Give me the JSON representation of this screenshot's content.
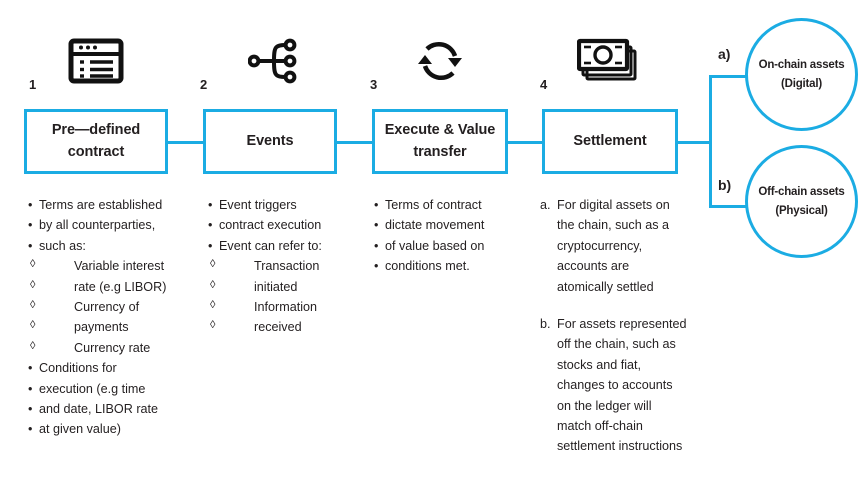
{
  "theme": {
    "accent": "#1BACE3",
    "text": "#231f20",
    "background": "#ffffff"
  },
  "flow": {
    "steps": [
      {
        "number": "1",
        "icon": "contract-document-icon",
        "label": "Pre—defined contract"
      },
      {
        "number": "2",
        "icon": "event-branch-nodes-icon",
        "label": "Events"
      },
      {
        "number": "3",
        "icon": "exchange-refresh-arrows-icon",
        "label": "Execute & Value transfer"
      },
      {
        "number": "4",
        "icon": "banknotes-stack-icon",
        "label": "Settlement"
      }
    ],
    "branches": [
      {
        "marker": "a)",
        "title": "On-chain assets",
        "subtitle": "(Digital)"
      },
      {
        "marker": "b)",
        "title": "Off-chain assets",
        "subtitle": "(Physical)"
      }
    ]
  },
  "columns": [
    {
      "id": "pre-defined-contract-details",
      "lines": [
        {
          "type": "bullet",
          "text": "Terms are established"
        },
        {
          "type": "cont",
          "text": "by all counterparties,"
        },
        {
          "type": "cont",
          "text": "such as:"
        },
        {
          "type": "sub",
          "text": "Variable interest"
        },
        {
          "type": "subcont",
          "text": "rate (e.g LIBOR)"
        },
        {
          "type": "sub",
          "text": "Currency of"
        },
        {
          "type": "subcont",
          "text": "payments"
        },
        {
          "type": "sub",
          "text": "Currency rate"
        },
        {
          "type": "bullet",
          "text": "Conditions for"
        },
        {
          "type": "cont",
          "text": "execution (e.g time"
        },
        {
          "type": "cont",
          "text": "and date, LIBOR rate"
        },
        {
          "type": "cont",
          "text": "at given value)"
        }
      ]
    },
    {
      "id": "events-details",
      "lines": [
        {
          "type": "bullet",
          "text": "Event triggers"
        },
        {
          "type": "cont",
          "text": "contract execution"
        },
        {
          "type": "bullet",
          "text": "Event can refer to:"
        },
        {
          "type": "sub",
          "text": "Transaction"
        },
        {
          "type": "subcont",
          "text": "initiated"
        },
        {
          "type": "sub",
          "text": "Information"
        },
        {
          "type": "subcont",
          "text": "received"
        }
      ]
    },
    {
      "id": "execute-value-transfer-details",
      "lines": [
        {
          "type": "bullet",
          "text": "Terms of contract"
        },
        {
          "type": "cont",
          "text": "dictate movement"
        },
        {
          "type": "cont",
          "text": "of value based on"
        },
        {
          "type": "cont",
          "text": "conditions met."
        }
      ]
    },
    {
      "id": "settlement-details",
      "lines": [
        {
          "type": "alpha",
          "mark": "a.",
          "text": "For digital assets on"
        },
        {
          "type": "alphacont",
          "text": "the chain, such as a"
        },
        {
          "type": "alphacont",
          "text": "cryptocurrency,"
        },
        {
          "type": "alphacont",
          "text": "accounts are"
        },
        {
          "type": "alphacont",
          "text": "atomically settled"
        },
        {
          "type": "gap"
        },
        {
          "type": "alpha",
          "mark": "b.",
          "text": "For assets represented"
        },
        {
          "type": "alphacont",
          "text": "off the chain, such as"
        },
        {
          "type": "alphacont",
          "text": "stocks and fiat,"
        },
        {
          "type": "alphacont",
          "text": "changes to accounts"
        },
        {
          "type": "alphacont",
          "text": "on the ledger will"
        },
        {
          "type": "alphacont",
          "text": "match off-chain"
        },
        {
          "type": "alphacont",
          "text": "settlement instructions"
        }
      ]
    }
  ]
}
